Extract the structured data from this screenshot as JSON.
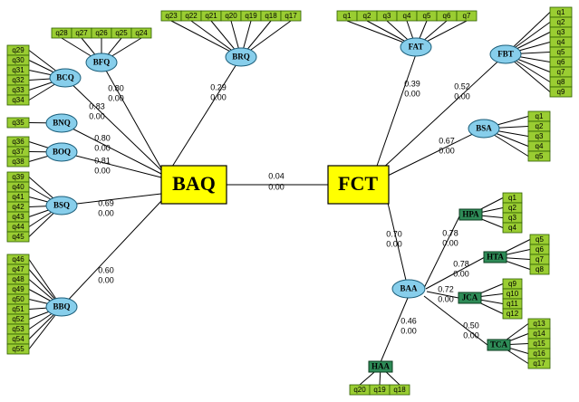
{
  "main_constructs": {
    "left": "BAQ",
    "right": "FCT"
  },
  "main_path": {
    "coef": "0.04",
    "p": "0.00"
  },
  "factors": {
    "BCQ": {
      "label": "BCQ",
      "coef": "0.83",
      "p": "0.00",
      "items": [
        "q29",
        "q30",
        "q31",
        "q32",
        "q33",
        "q34"
      ]
    },
    "BFQ": {
      "label": "BFQ",
      "coef": "0.80",
      "p": "0.00",
      "items": [
        "q28",
        "q27",
        "q26",
        "q25",
        "q24"
      ]
    },
    "BRQ": {
      "label": "BRQ",
      "coef": "0.29",
      "p": "0.00",
      "items": [
        "q23",
        "q22",
        "q21",
        "q20",
        "q19",
        "q18",
        "q17"
      ]
    },
    "BNQ": {
      "label": "BNQ",
      "coef": "0.80",
      "p": "0.00",
      "items": [
        "q35"
      ]
    },
    "BOQ": {
      "label": "BOQ",
      "coef": "0.81",
      "p": "0.00",
      "items": [
        "q36",
        "q37",
        "q38"
      ]
    },
    "BSQ": {
      "label": "BSQ",
      "coef": "0.69",
      "p": "0.00",
      "items": [
        "q39",
        "q40",
        "q41",
        "q42",
        "q43",
        "q44",
        "q45"
      ]
    },
    "BBQ": {
      "label": "BBQ",
      "coef": "0.60",
      "p": "0.00",
      "items": [
        "q46",
        "q47",
        "q48",
        "q49",
        "q50",
        "q51",
        "q52",
        "q53",
        "q54",
        "q55"
      ]
    },
    "FAT": {
      "label": "FAT",
      "coef": "0.39",
      "p": "0.00",
      "items": [
        "q1",
        "q2",
        "q3",
        "q4",
        "q5",
        "q6",
        "q7"
      ]
    },
    "FBT": {
      "label": "FBT",
      "coef": "0.52",
      "p": "0.00",
      "items": [
        "q1",
        "q2",
        "q3",
        "q4",
        "q5",
        "q6",
        "q7",
        "q8",
        "q9"
      ]
    },
    "BSA": {
      "label": "BSA",
      "coef": "0.67",
      "p": "0.00",
      "items": [
        "q1",
        "q2",
        "q3",
        "q4",
        "q5"
      ]
    },
    "BAA": {
      "label": "BAA",
      "coef": "0.70",
      "p": "0.00"
    },
    "HPA": {
      "label": "HPA",
      "coef": "0.78",
      "p": "0.00",
      "items": [
        "q1",
        "q2",
        "q3",
        "q4"
      ]
    },
    "HTA": {
      "label": "HTA",
      "coef": "0.78",
      "p": "0.00",
      "items": [
        "q5",
        "q6",
        "q7",
        "q8"
      ]
    },
    "JCA": {
      "label": "JCA",
      "coef": "0.72",
      "p": "0.00",
      "items": [
        "q9",
        "q10",
        "q11",
        "q12"
      ]
    },
    "TCA": {
      "label": "TCA",
      "coef": "0.50",
      "p": "0.00",
      "items": [
        "q13",
        "q14",
        "q15",
        "q16",
        "q17"
      ]
    },
    "HAA": {
      "label": "HAA",
      "coef": "0.46",
      "p": "0.00",
      "items": [
        "q20",
        "q19",
        "q18"
      ]
    }
  },
  "colors": {
    "construct_fill": "#ffff00",
    "factor_fill": "#87ceeb",
    "subfactor_fill": "#2e8b57",
    "indicator_fill": "#9acd32"
  }
}
